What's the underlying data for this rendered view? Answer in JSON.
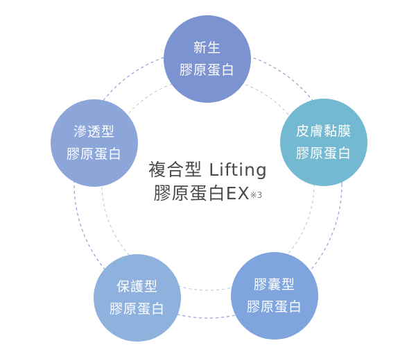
{
  "center": {
    "line1": "複合型 Lifting",
    "line2": "膠原蛋白EX",
    "note": "※3"
  },
  "nodes": [
    {
      "id": "top",
      "line1": "新生",
      "line2": "膠原蛋白",
      "color": "#7c93d2"
    },
    {
      "id": "right",
      "line1": "皮膚黏膜",
      "line2": "膠原蛋白",
      "color": "#74b9d2"
    },
    {
      "id": "left",
      "line1": "滲透型",
      "line2": "膠原蛋白",
      "color": "#8ca6da"
    },
    {
      "id": "bottom-left",
      "line1": "保護型",
      "line2": "膠原蛋白",
      "color": "#8fb1de"
    },
    {
      "id": "bottom-right",
      "line1": "膠囊型",
      "line2": "膠原蛋白",
      "color": "#80a5de"
    }
  ],
  "colors": {
    "outer_ring": "#8a9fd6",
    "inner_ring": "#b7c2dd"
  }
}
